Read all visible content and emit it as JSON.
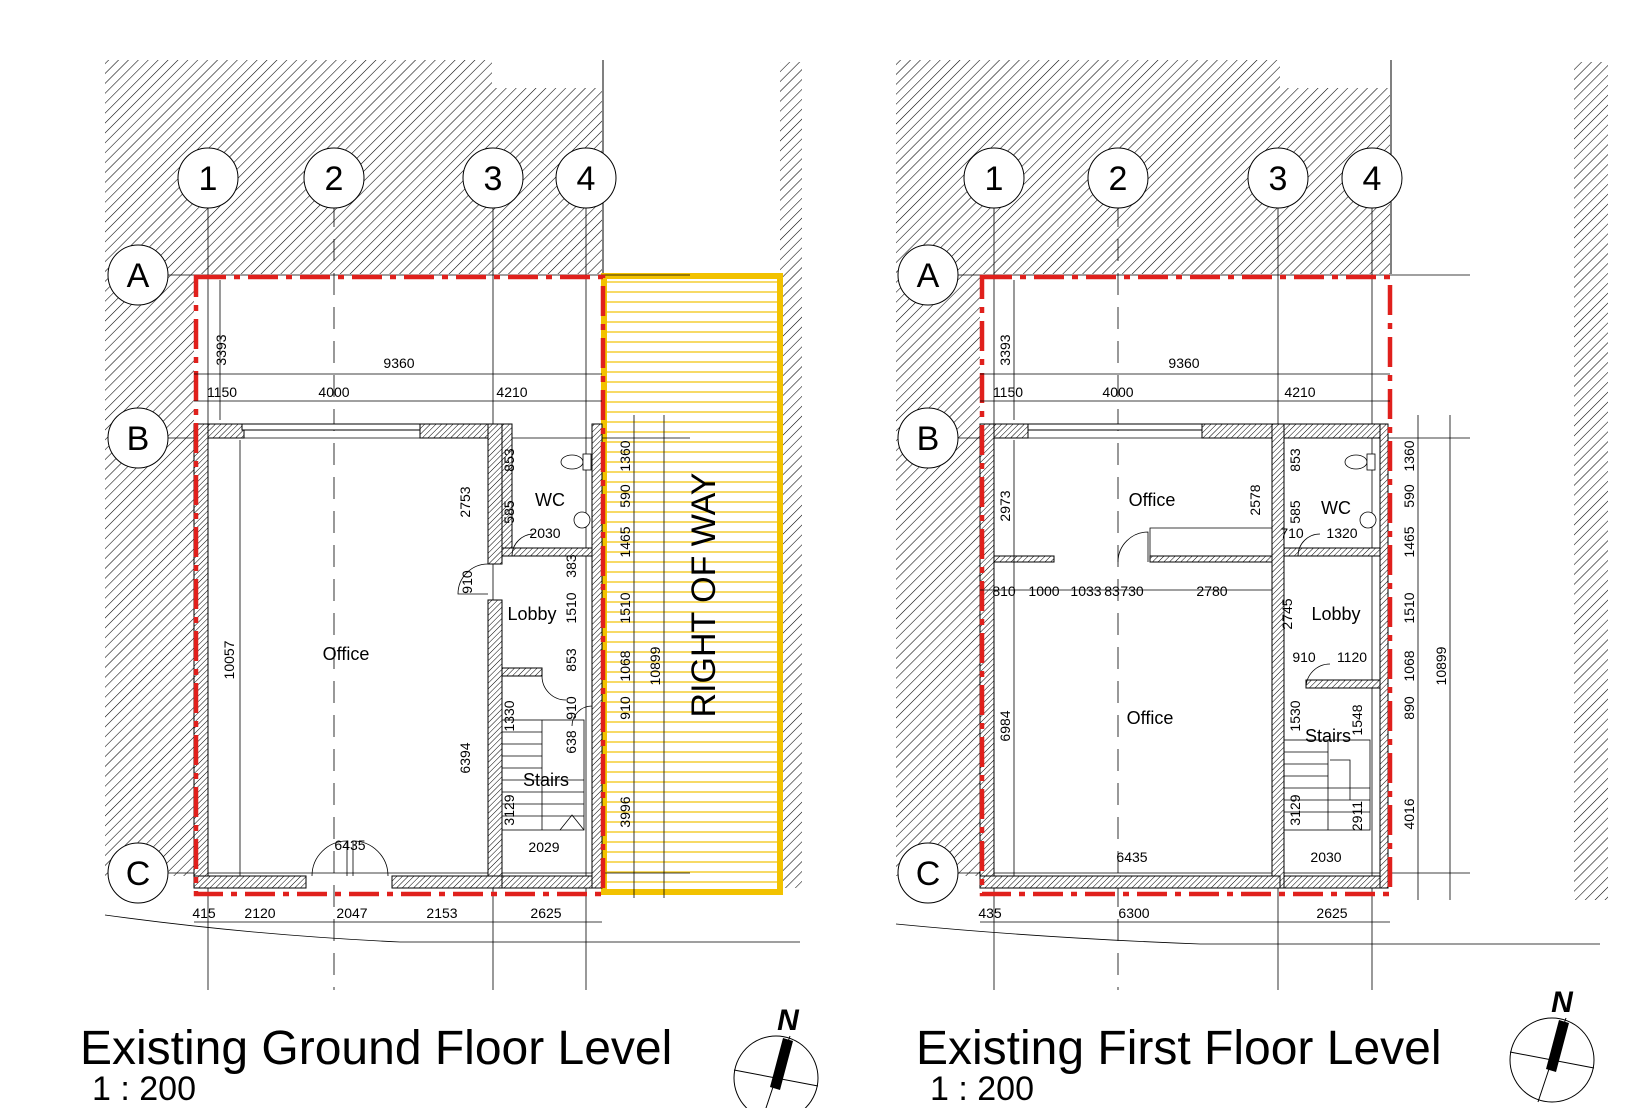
{
  "plans": [
    {
      "id": "ground",
      "title": "Existing Ground Floor Level",
      "scale": "1 : 200",
      "grid_columns": [
        "1",
        "2",
        "3",
        "4"
      ],
      "grid_rows": [
        "A",
        "B",
        "C"
      ],
      "rooms": {
        "office": "Office",
        "wc": "WC",
        "lobby": "Lobby",
        "stairs": "Stairs",
        "right_of_way": "RIGHT OF WAY"
      },
      "dims": {
        "d3393": "3393",
        "d9360": "9360",
        "d1150": "1150",
        "d4000": "4000",
        "d4210": "4210",
        "d853a": "853",
        "d1360": "1360",
        "d2753": "2753",
        "d585": "585",
        "d590": "590",
        "d2030": "2030",
        "d1465": "1465",
        "d383": "383",
        "d910a": "910",
        "d1510a": "1510",
        "d1510b": "1510",
        "d10057": "10057",
        "d853b": "853",
        "d1068": "1068",
        "d10899": "10899",
        "d1330": "1330",
        "d910b": "910",
        "d910c": "910",
        "d6394": "6394",
        "d638": "638",
        "d3129": "3129",
        "d3996": "3996",
        "d6435": "6435",
        "d2029": "2029",
        "d415": "415",
        "d2120": "2120",
        "d2047": "2047",
        "d2153": "2153",
        "d2625": "2625"
      }
    },
    {
      "id": "first",
      "title": "Existing First Floor Level",
      "scale": "1 : 200",
      "grid_columns": [
        "1",
        "2",
        "3",
        "4"
      ],
      "grid_rows": [
        "A",
        "B",
        "C"
      ],
      "rooms": {
        "office_upper": "Office",
        "office_lower": "Office",
        "wc": "WC",
        "lobby": "Lobby",
        "stairs": "Stairs"
      },
      "dims": {
        "d3393": "3393",
        "d9360": "9360",
        "d1150": "1150",
        "d4000": "4000",
        "d4210": "4210",
        "d853": "853",
        "d1360": "1360",
        "d2973": "2973",
        "d2578": "2578",
        "d585": "585",
        "d590": "590",
        "d710": "710",
        "d1320": "1320",
        "d1465": "1465",
        "d810": "810",
        "d1000": "1000",
        "d1033": "1033",
        "d83": "83",
        "d730": "730",
        "d2780": "2780",
        "d2745": "2745",
        "d1510": "1510",
        "d910": "910",
        "d1120": "1120",
        "d1068": "1068",
        "d10899": "10899",
        "d6984": "6984",
        "d1530": "1530",
        "d1548": "1548",
        "d890": "890",
        "d3129": "3129",
        "d2911": "2911",
        "d4016": "4016",
        "d6435": "6435",
        "d2030": "2030",
        "d435": "435",
        "d6300": "6300",
        "d2625": "2625"
      }
    }
  ],
  "north_label": "N",
  "colors": {
    "boundary": "#e0201c",
    "right_of_way": "#f2c200",
    "hatch": "#000000"
  }
}
